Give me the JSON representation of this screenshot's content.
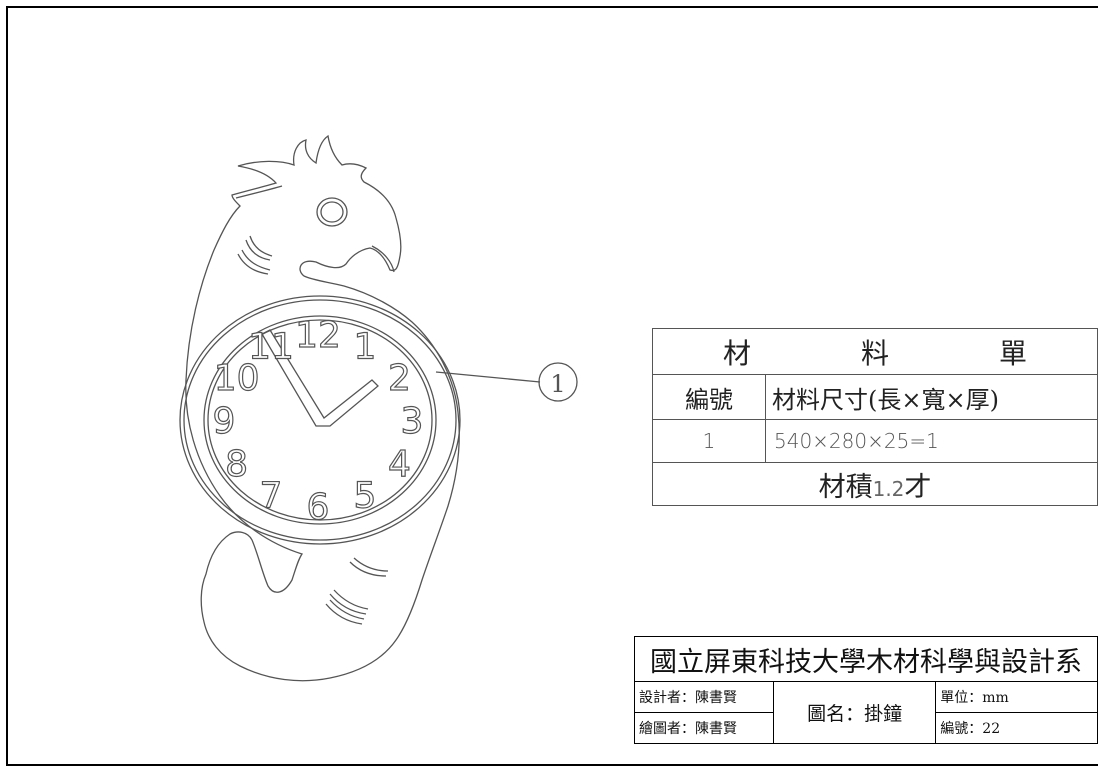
{
  "materials_table": {
    "title_chars": [
      "材",
      "料",
      "單"
    ],
    "headers": {
      "number": "編號",
      "size": "材料尺寸(長×寬×厚)"
    },
    "rows": [
      {
        "number": "1",
        "size": "540×280×25=1"
      }
    ],
    "volume_prefix": "材積",
    "volume_value": "1.2",
    "volume_unit": "才"
  },
  "part_callout": "1",
  "clock_numerals": [
    "12",
    "1",
    "2",
    "3",
    "4",
    "5",
    "6",
    "7",
    "8",
    "9",
    "10",
    "11"
  ],
  "title_block": {
    "school": "國立屏東科技大學木材科學與設計系",
    "designer": "設計者：陳書賢",
    "drafter": "繪圖者：陳書賢",
    "drawing_name": "圖名：掛鐘",
    "unit": "單位：mm",
    "number": "編號：22"
  },
  "colors": {
    "line": "#555555",
    "border": "#000000",
    "background": "#ffffff"
  }
}
